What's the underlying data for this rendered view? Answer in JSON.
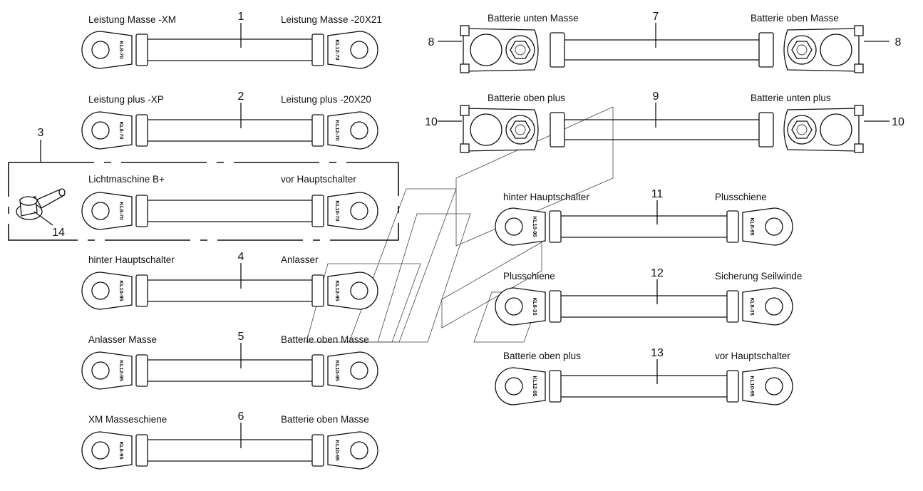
{
  "cables": [
    {
      "num": "1",
      "left": "Leistung Masse -XM",
      "right": "Leistung Masse -20X21",
      "lug_left": "KL8-70",
      "lug_right": "KL12-70"
    },
    {
      "num": "2",
      "left": "Leistung plus -XP",
      "right": "Leistung plus -20X20",
      "lug_left": "KL8-70",
      "lug_right": "KL12-70"
    },
    {
      "num": "3",
      "left": "Lichtmaschine B+",
      "right": "vor Hauptschalter",
      "lug_left": "KL8-70",
      "lug_right": "KL10-70"
    },
    {
      "num": "4",
      "left": "hinter Hauptschalter",
      "right": "Anlasser",
      "lug_left": "KL10-95",
      "lug_right": "KL12-95"
    },
    {
      "num": "5",
      "left": "Anlasser Masse",
      "right": "Batterie oben Masse",
      "lug_left": "KL12-95",
      "lug_right": "KL10-95"
    },
    {
      "num": "6",
      "left": "XM Masseschiene",
      "right": "Batterie oben Masse",
      "lug_left": "KL8-95",
      "lug_right": "KL10-95"
    },
    {
      "num": "11",
      "left": "hinter Hauptschalter",
      "right": "Plusschiene",
      "lug_left": "KL10-95",
      "lug_right": "KL8-95"
    },
    {
      "num": "12",
      "left": "Plusschiene",
      "right": "Sicherung Seilwinde",
      "lug_left": "KL8-35",
      "lug_right": "KL8-35"
    },
    {
      "num": "13",
      "left": "Batterie oben plus",
      "right": "vor Hauptschalter",
      "lug_left": "KL12-95",
      "lug_right": "KL10-95"
    }
  ],
  "battery_cables": [
    {
      "num": "7",
      "left": "Batterie unten Masse",
      "right": "Batterie oben Masse",
      "clamp_left": "8",
      "clamp_right": "8"
    },
    {
      "num": "9",
      "left": "Batterie oben plus",
      "right": "Batterie unten plus",
      "clamp_left": "10",
      "clamp_right": "10"
    }
  ],
  "callouts": {
    "group": "3",
    "connector": "14"
  }
}
